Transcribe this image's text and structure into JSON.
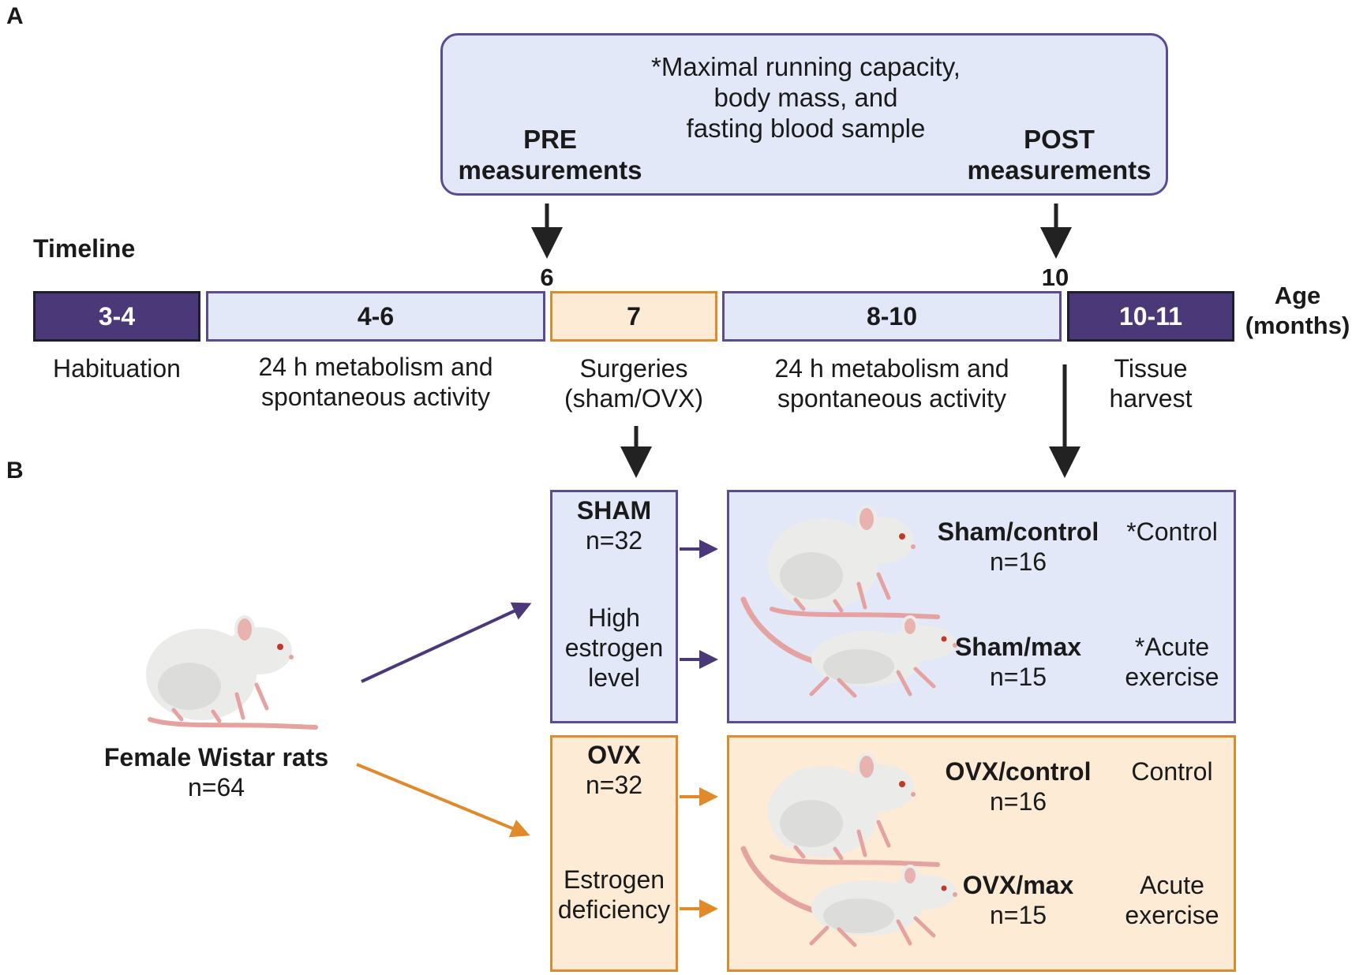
{
  "panel_labels": {
    "a": "A",
    "b": "B"
  },
  "measurements": {
    "note_lines": [
      "*Maximal running capacity,",
      "body mass, and",
      "fasting blood sample"
    ],
    "pre_lines": [
      "PRE",
      "measurements"
    ],
    "post_lines": [
      "POST",
      "measurements"
    ]
  },
  "timeline": {
    "title": "Timeline",
    "marker_pre": "6",
    "marker_post": "10",
    "age_lines": [
      "Age",
      "(months)"
    ],
    "segments": [
      {
        "range": "3-4",
        "desc_lines": [
          "Habituation"
        ]
      },
      {
        "range": "4-6",
        "desc_lines": [
          "24 h metabolism and",
          "spontaneous activity"
        ]
      },
      {
        "range": "7",
        "desc_lines": [
          "Surgeries",
          "(sham/OVX)"
        ]
      },
      {
        "range": "8-10",
        "desc_lines": [
          "24 h metabolism and",
          "spontaneous activity"
        ]
      },
      {
        "range": "10-11",
        "desc_lines": [
          "Tissue",
          "harvest"
        ]
      }
    ]
  },
  "study": {
    "animal_label": "Female Wistar rats",
    "animal_n": "n=64",
    "sham": {
      "title": "SHAM",
      "n": "n=32",
      "desc_lines": [
        "High",
        "estrogen",
        "level"
      ],
      "groups": [
        {
          "name": "Sham/control",
          "n": "n=16",
          "note_lines": [
            "*Control"
          ]
        },
        {
          "name": "Sham/max",
          "n": "n=15",
          "note_lines": [
            "*Acute",
            "exercise"
          ]
        }
      ]
    },
    "ovx": {
      "title": "OVX",
      "n": "n=32",
      "desc_lines": [
        "Estrogen",
        "deficiency"
      ],
      "groups": [
        {
          "name": "OVX/control",
          "n": "n=16",
          "note_lines": [
            "Control"
          ]
        },
        {
          "name": "OVX/max",
          "n": "n=15",
          "note_lines": [
            "Acute",
            "exercise"
          ]
        }
      ]
    }
  },
  "colors": {
    "purple_dark": "#4b3878",
    "purple_border": "#5b4a94",
    "purple_fill": "#e3e8f8",
    "orange_border": "#e08a2c",
    "orange_fill": "#fdebd6",
    "arrow_black": "#222222",
    "rat_body": "#ebebea",
    "rat_tail": "#e4a3a0"
  }
}
